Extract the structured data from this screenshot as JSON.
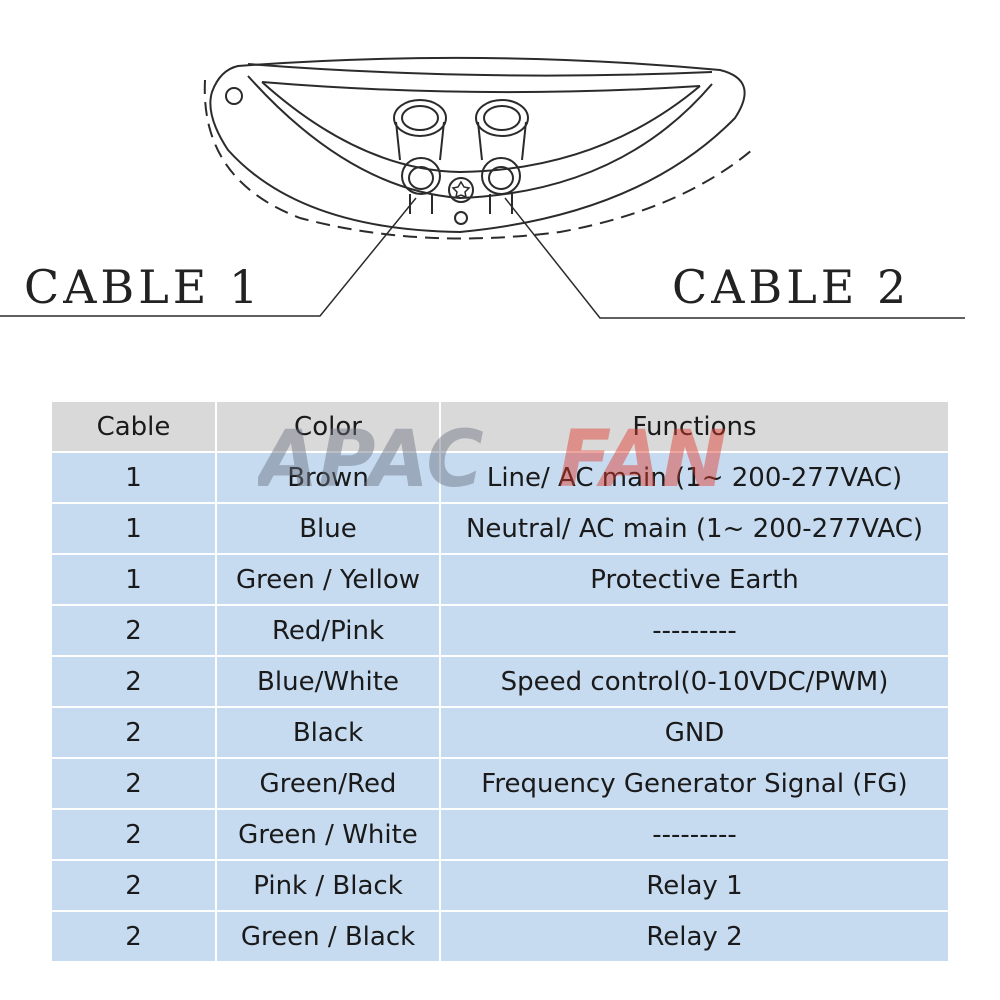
{
  "diagram": {
    "labels": {
      "cable1": "CABLE 1",
      "cable2": "CABLE 2"
    }
  },
  "watermark": {
    "part1": "APAC",
    "part2": "FAN",
    "color1": "#6b7280",
    "color2": "#e03a2a"
  },
  "table": {
    "headers": [
      "Cable",
      "Color",
      "Functions"
    ],
    "rows": [
      [
        "1",
        "Brown",
        "Line/ AC main (1~ 200-277VAC)"
      ],
      [
        "1",
        "Blue",
        "Neutral/ AC main (1~ 200-277VAC)"
      ],
      [
        "1",
        "Green / Yellow",
        "Protective Earth"
      ],
      [
        "2",
        "Red/Pink",
        "---------"
      ],
      [
        "2",
        "Blue/White",
        "Speed control(0-10VDC/PWM)"
      ],
      [
        "2",
        "Black",
        "GND"
      ],
      [
        "2",
        "Green/Red",
        "Frequency Generator Signal (FG)"
      ],
      [
        "2",
        "Green / White",
        "---------"
      ],
      [
        "2",
        "Pink / Black",
        "Relay 1"
      ],
      [
        "2",
        "Green / Black",
        "Relay 2"
      ]
    ],
    "colors": {
      "header_bg": "#d9d9d9",
      "row_bg": "#c6daf0"
    }
  }
}
